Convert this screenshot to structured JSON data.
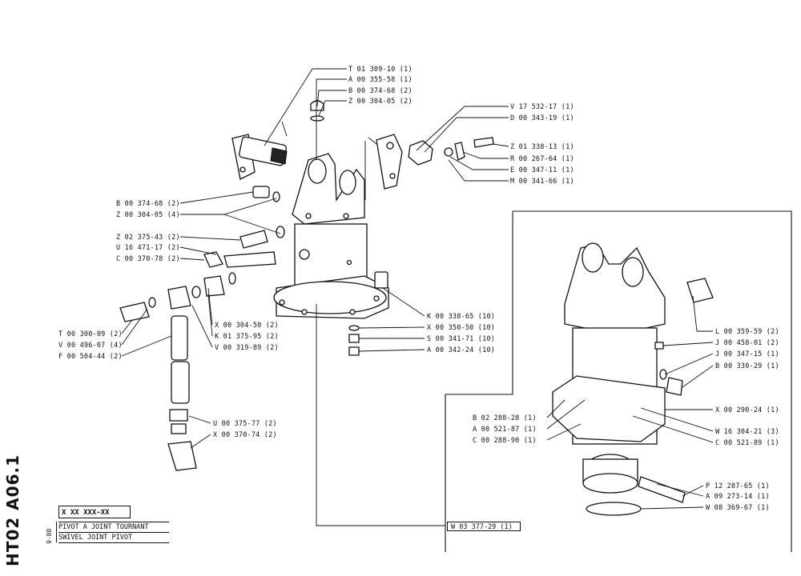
{
  "document": {
    "drawing_code": "HT02 A06.1",
    "date": "9-80",
    "reference": "X XX XXX-XX",
    "title_fr": "PIVOT A JOINT TOURNANT",
    "title_en": "SWIVEL JOINT PIVOT",
    "assembly_ref": "W 03 377-29 (1)"
  },
  "labels": [
    "T 01 309-10 (1)",
    "A 00 355-58 (1)",
    "B 00 374-68 (2)",
    "Z 00 304-05 (2)",
    "V 17 532-17 (1)",
    "D 00 343-19 (1)",
    "Z 01 338-13 (1)",
    "R 00 267-64 (1)",
    "E 00 347-11 (1)",
    "M 00 341-66 (1)",
    "B 00 374-68 (2)",
    "Z 00 304-05 (4)",
    "Z 02 375-43 (2)",
    "U 16 471-17 (2)",
    "C 00 370-78 (2)",
    "X 00 304-50 (2)",
    "K 01 375-95 (2)",
    "V 00 319-89 (2)",
    "T 00 300-09 (2)",
    "V 00 496-07 (4)",
    "F 00 504-44 (2)",
    "K 00 338-65 (10)",
    "X 00 350-50 (10)",
    "S 00 341-71 (10)",
    "A 00 342-24 (10)",
    "U 00 375-77 (2)",
    "X 00 370-74 (2)",
    "L 00 359-59 (2)",
    "J 00 458-01 (2)",
    "J 00 347-15 (1)",
    "B 00 330-29 (1)",
    "X 00 290-24 (1)",
    "W 16 304-21 (3)",
    "C 00 521-89 (1)",
    "B 02 288-28 (1)",
    "A 00 521-87 (1)",
    "C 00 288-90 (1)",
    "P 12 287-65 (1)",
    "A 09 273-14 (1)",
    "W 08 369-67 (1)"
  ]
}
